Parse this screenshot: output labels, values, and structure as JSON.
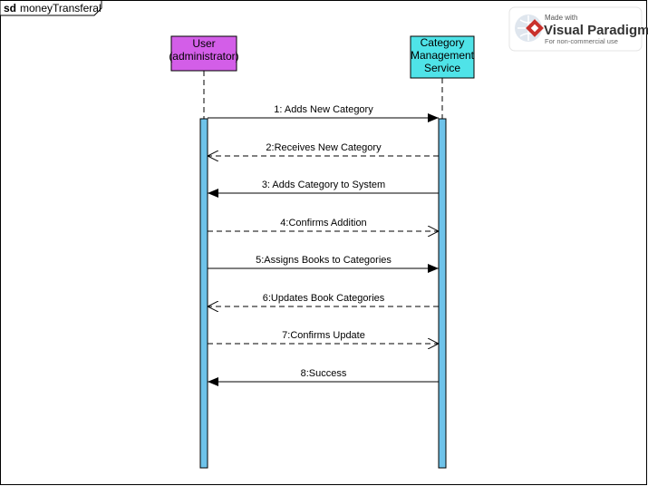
{
  "diagram": {
    "kind_label": "sd",
    "name": "moneyTransferal"
  },
  "watermark": {
    "line1": "Made with",
    "brand": "Visual Paradigm",
    "line3": "For non-commercial use"
  },
  "colors": {
    "user_lifeline": "#d35ee8",
    "service_lifeline": "#4fe3e8",
    "activation": "#6ec3ea"
  },
  "participants": [
    {
      "id": "user",
      "lines": [
        "User",
        "(administrator)"
      ]
    },
    {
      "id": "service",
      "lines": [
        "Category",
        "Management",
        "Service"
      ]
    }
  ],
  "messages": [
    {
      "label": "1: Adds New Category",
      "from": "user",
      "to": "service",
      "kind": "sync"
    },
    {
      "label": "2:Receives New Category",
      "from": "service",
      "to": "user",
      "kind": "return"
    },
    {
      "label": "3: Adds Category to System",
      "from": "service",
      "to": "user",
      "kind": "sync"
    },
    {
      "label": "4:Confirms Addition",
      "from": "user",
      "to": "service",
      "kind": "return"
    },
    {
      "label": "5:Assigns Books to Categories",
      "from": "user",
      "to": "service",
      "kind": "sync"
    },
    {
      "label": "6:Updates Book Categories",
      "from": "service",
      "to": "user",
      "kind": "return"
    },
    {
      "label": "7:Confirms Update",
      "from": "user",
      "to": "service",
      "kind": "return"
    },
    {
      "label": "8:Success",
      "from": "service",
      "to": "user",
      "kind": "sync"
    }
  ]
}
